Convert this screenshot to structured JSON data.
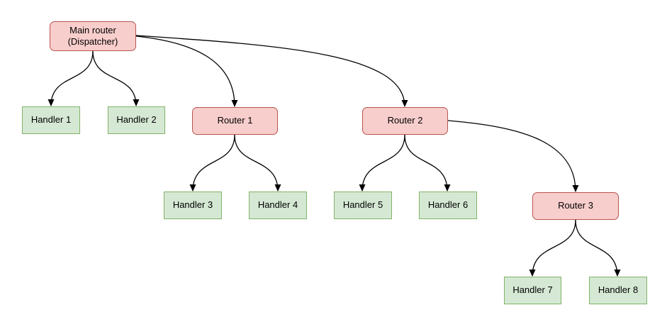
{
  "diagram": {
    "colors": {
      "router_fill": "#f8cecc",
      "router_border": "#b85450",
      "handler_fill": "#d5e8d4",
      "handler_border": "#82b366",
      "edge_color": "#000000"
    },
    "nodes": {
      "main_router": {
        "label": "Main router\n(Dispatcher)",
        "type": "router"
      },
      "handler_1": {
        "label": "Handler 1",
        "type": "handler"
      },
      "handler_2": {
        "label": "Handler 2",
        "type": "handler"
      },
      "router_1": {
        "label": "Router 1",
        "type": "router"
      },
      "router_2": {
        "label": "Router 2",
        "type": "router"
      },
      "handler_3": {
        "label": "Handler 3",
        "type": "handler"
      },
      "handler_4": {
        "label": "Handler 4",
        "type": "handler"
      },
      "handler_5": {
        "label": "Handler 5",
        "type": "handler"
      },
      "handler_6": {
        "label": "Handler 6",
        "type": "handler"
      },
      "router_3": {
        "label": "Router 3",
        "type": "router"
      },
      "handler_7": {
        "label": "Handler 7",
        "type": "handler"
      },
      "handler_8": {
        "label": "Handler 8",
        "type": "handler"
      }
    },
    "edges": [
      {
        "from": "main_router",
        "to": "handler_1"
      },
      {
        "from": "main_router",
        "to": "handler_2"
      },
      {
        "from": "main_router",
        "to": "router_1"
      },
      {
        "from": "main_router",
        "to": "router_2"
      },
      {
        "from": "router_1",
        "to": "handler_3"
      },
      {
        "from": "router_1",
        "to": "handler_4"
      },
      {
        "from": "router_2",
        "to": "handler_5"
      },
      {
        "from": "router_2",
        "to": "handler_6"
      },
      {
        "from": "router_2",
        "to": "router_3"
      },
      {
        "from": "router_3",
        "to": "handler_7"
      },
      {
        "from": "router_3",
        "to": "handler_8"
      }
    ]
  }
}
